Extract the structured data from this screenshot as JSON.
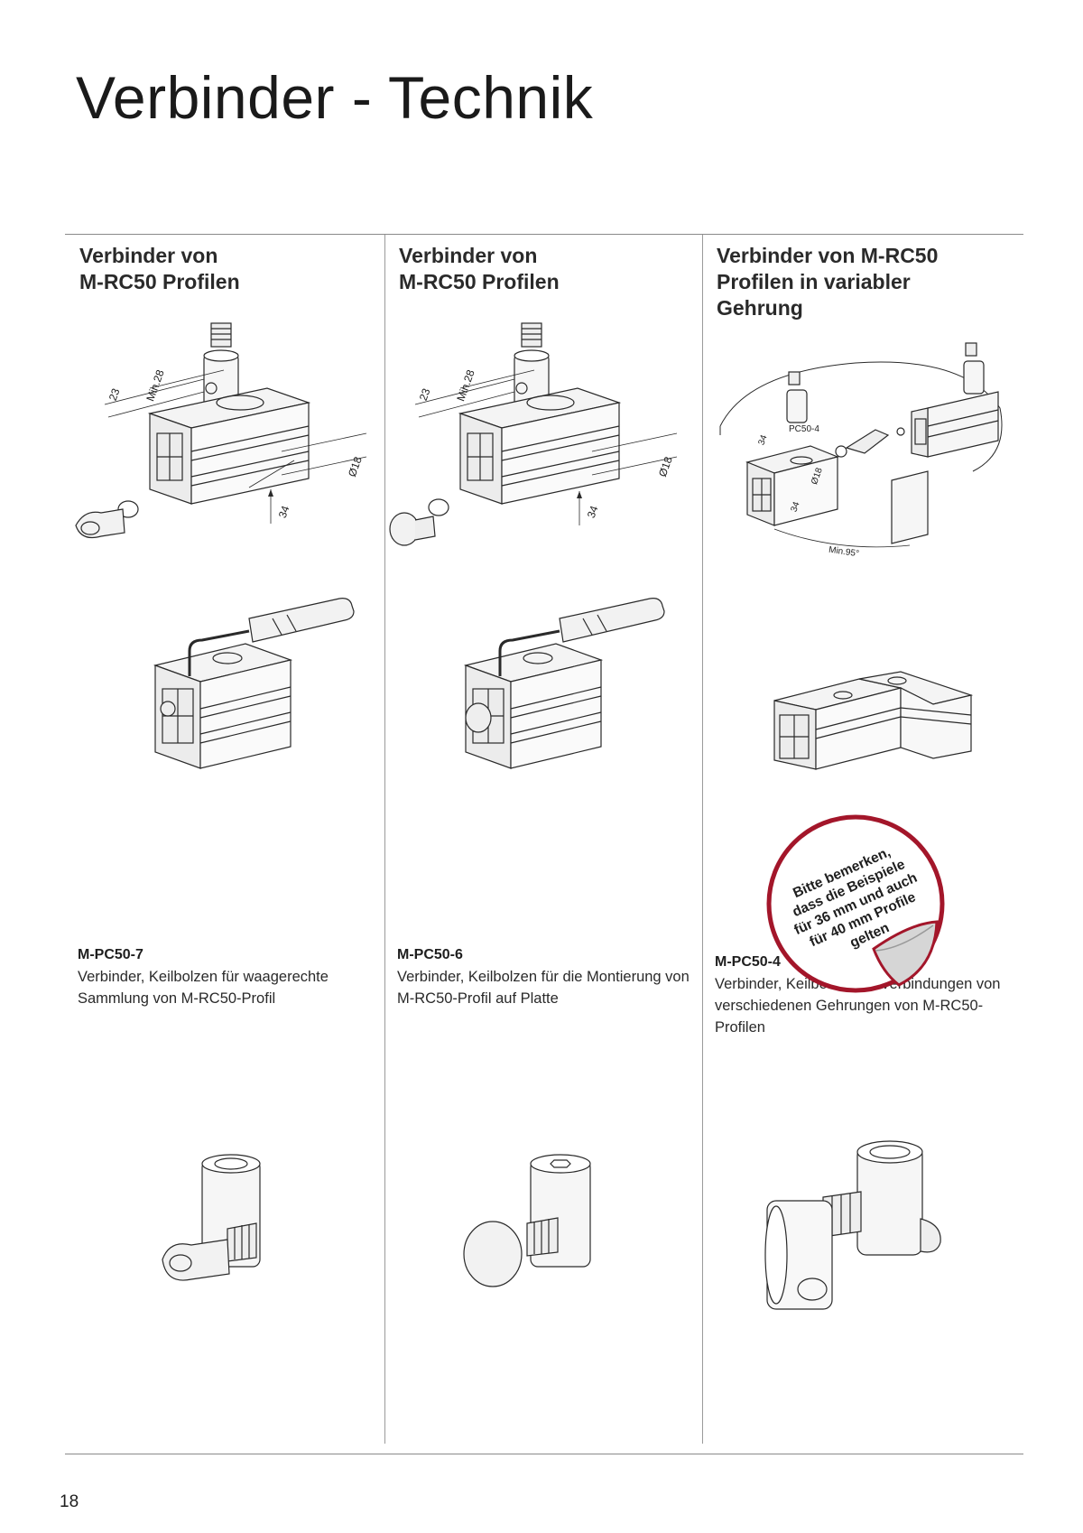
{
  "page": {
    "title": "Verbinder - Technik",
    "number": "18"
  },
  "columns": [
    {
      "heading": "Verbinder von\nM-RC50 Profilen",
      "diagram_labels": {
        "a": "23",
        "b": "Min.28",
        "c": "Ø18",
        "d": "34"
      },
      "product": {
        "code": "M-PC50-7",
        "description": "Verbinder, Keilbolzen für waagerechte Sammlung von M-RC50-Profil"
      }
    },
    {
      "heading": "Verbinder von\nM-RC50 Profilen",
      "diagram_labels": {
        "a": "23",
        "b": "Min.28",
        "c": "Ø18",
        "d": "34"
      },
      "product": {
        "code": "M-PC50-6",
        "description": "Verbinder, Keilbolzen für die Montierung von M-RC50-Profil auf Platte"
      }
    },
    {
      "heading": "Verbinder von M-RC50\nProfilen in variabler\nGehrung",
      "diagram_labels": {
        "part": "PC50-4",
        "a": "34",
        "b": "Ø18",
        "c": "34",
        "d": "Min.95°"
      },
      "product": {
        "code": "M-PC50-4",
        "description": "Verbinder, Keilbolzen für Verbindungen von verschiedenen Gehrungen von M-RC50-Profilen"
      }
    }
  ],
  "notice": {
    "text": "Bitte bemerken,\ndass die Beispiele\nfür 36 mm und auch\nfür 40 mm Profile\ngelten",
    "ring_color": "#a3162a"
  }
}
